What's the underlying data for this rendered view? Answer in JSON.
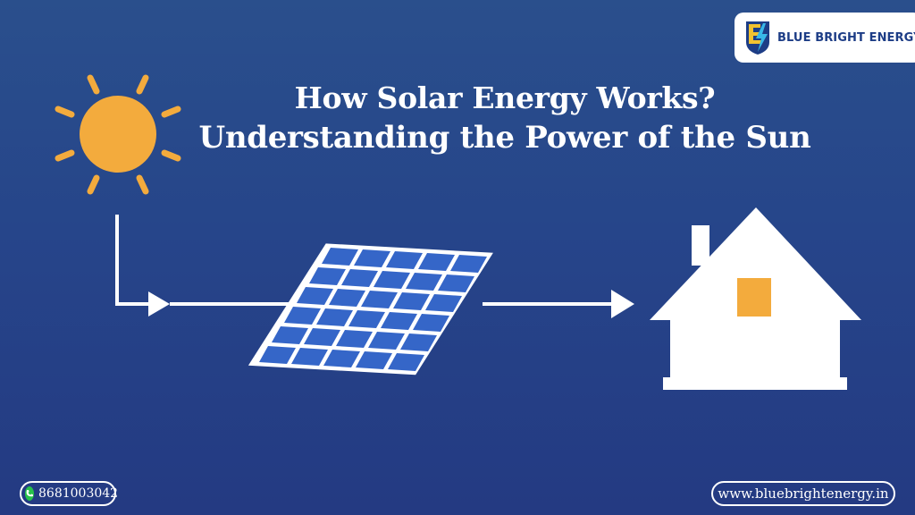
{
  "brand": {
    "name": "BLUE BRIGHT ENERGY",
    "logo_icon": "lightning-e-shield-icon"
  },
  "headline": {
    "line1": "How Solar Energy Works?",
    "line2": "Understanding the Power of the Sun"
  },
  "illustration": {
    "icons": [
      "sun-icon",
      "solar-panel-icon",
      "house-icon",
      "arrow-right-icon"
    ]
  },
  "footer": {
    "phone": "8681003042",
    "phone_icon": "phone-icon",
    "website": "www.bluebrightenergy.in"
  },
  "colors": {
    "background": "#26458a",
    "sun": "#f3ab3d",
    "panel_cell": "#3566c8",
    "window": "#f3ab3d",
    "brand_text": "#1d3d86"
  }
}
